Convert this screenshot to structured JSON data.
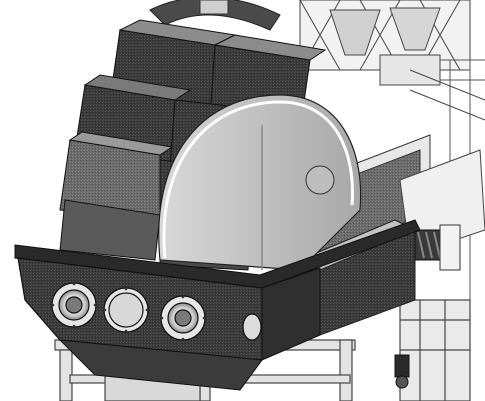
{
  "figure": {
    "kind": "cad-render",
    "palette": {
      "background": "#ffffff",
      "steel_dark": "#2c2c2c",
      "steel_mid": "#5a5a5a",
      "steel_light": "#9a9a9a",
      "steel_pale": "#d4d4d4",
      "frame": "#bdbdbd",
      "disc": "#c9c9c9",
      "port_ring": "#e6e6e6"
    },
    "components": [
      "bucket-wheel",
      "side-disc",
      "tank-hull",
      "inspection-ports",
      "support-frame",
      "upper-hopper-structure",
      "side-chute",
      "drive-box",
      "feed-pipe"
    ]
  }
}
